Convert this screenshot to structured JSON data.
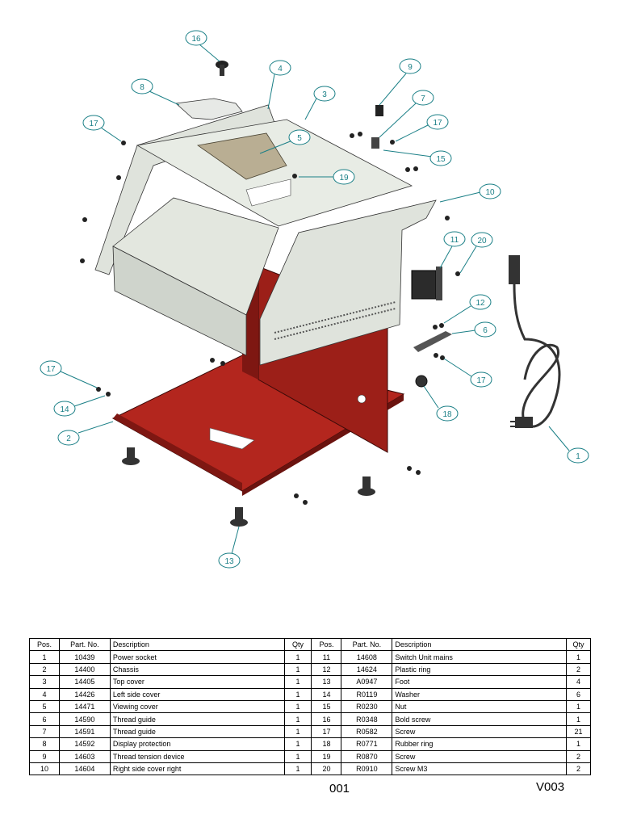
{
  "colors": {
    "chassis": "#b3261e",
    "cover": "#dfe3dc",
    "callout": "#1a7f86",
    "viewing_cover": "#b9ae93"
  },
  "callouts": [
    "1",
    "2",
    "3",
    "4",
    "5",
    "6",
    "7",
    "8",
    "9",
    "10",
    "11",
    "12",
    "13",
    "14",
    "15",
    "16",
    "17",
    "17",
    "17",
    "17",
    "18",
    "19",
    "20"
  ],
  "table": {
    "headers": [
      "Pos.",
      "Part. No.",
      "Description",
      "Qty",
      "Pos.",
      "Part. No.",
      "Description",
      "Qty"
    ],
    "rows": [
      [
        "1",
        "10439",
        "Power socket",
        "1",
        "11",
        "14608",
        "Switch Unit mains",
        "1"
      ],
      [
        "2",
        "14400",
        "Chassis",
        "1",
        "12",
        "14624",
        "Plastic ring",
        "2"
      ],
      [
        "3",
        "14405",
        "Top cover",
        "1",
        "13",
        "A0947",
        "Foot",
        "4"
      ],
      [
        "4",
        "14426",
        "Left side cover",
        "1",
        "14",
        "R0119",
        "Washer",
        "6"
      ],
      [
        "5",
        "14471",
        "Viewing cover",
        "1",
        "15",
        "R0230",
        "Nut",
        "1"
      ],
      [
        "6",
        "14590",
        "Thread guide",
        "1",
        "16",
        "R0348",
        "Bold screw",
        "1"
      ],
      [
        "7",
        "14591",
        "Thread guide",
        "1",
        "17",
        "R0582",
        "Screw",
        "21"
      ],
      [
        "8",
        "14592",
        "Display protection",
        "1",
        "18",
        "R0771",
        "Rubber ring",
        "1"
      ],
      [
        "9",
        "14603",
        "Thread tension device",
        "1",
        "19",
        "R0870",
        "Screw",
        "2"
      ],
      [
        "10",
        "14604",
        "Right side cover right",
        "1",
        "20",
        "R0910",
        "Screw M3",
        "2"
      ]
    ]
  },
  "footer": {
    "page": "001",
    "version": "V003"
  }
}
